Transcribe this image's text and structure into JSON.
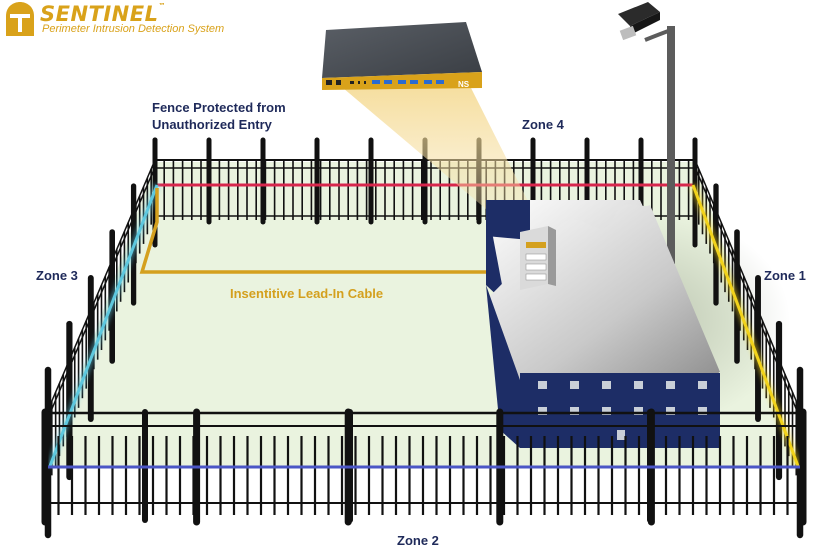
{
  "brand": {
    "name": "SENTINEL",
    "trademark": "™",
    "subtitle": "Perimeter Intrusion Detection System",
    "logo_icon": "helmet-logo-icon",
    "color": "#d9a21a"
  },
  "labels": {
    "fence_line1": "Fence Protected from",
    "fence_line2": "Unauthorized Entry",
    "zone4": "Zone 4",
    "zone3": "Zone 3",
    "zone1": "Zone 1",
    "zone2": "Zone 2",
    "lead_in_cable": "Insentitive Lead-In Cable"
  },
  "device": {
    "badge": "NS",
    "icon": "network-controller-icon"
  },
  "zones": {
    "zone1_color": "#f2d31b",
    "zone2_color": "#4b56c6",
    "zone3_color": "#5ec8de",
    "zone4_color": "#d8264c",
    "cable_color": "#d4a01e"
  },
  "colors": {
    "ground": "#eaf3df",
    "building": "#1d2d66",
    "fence": "#111111",
    "text": "#1f2a5a"
  }
}
